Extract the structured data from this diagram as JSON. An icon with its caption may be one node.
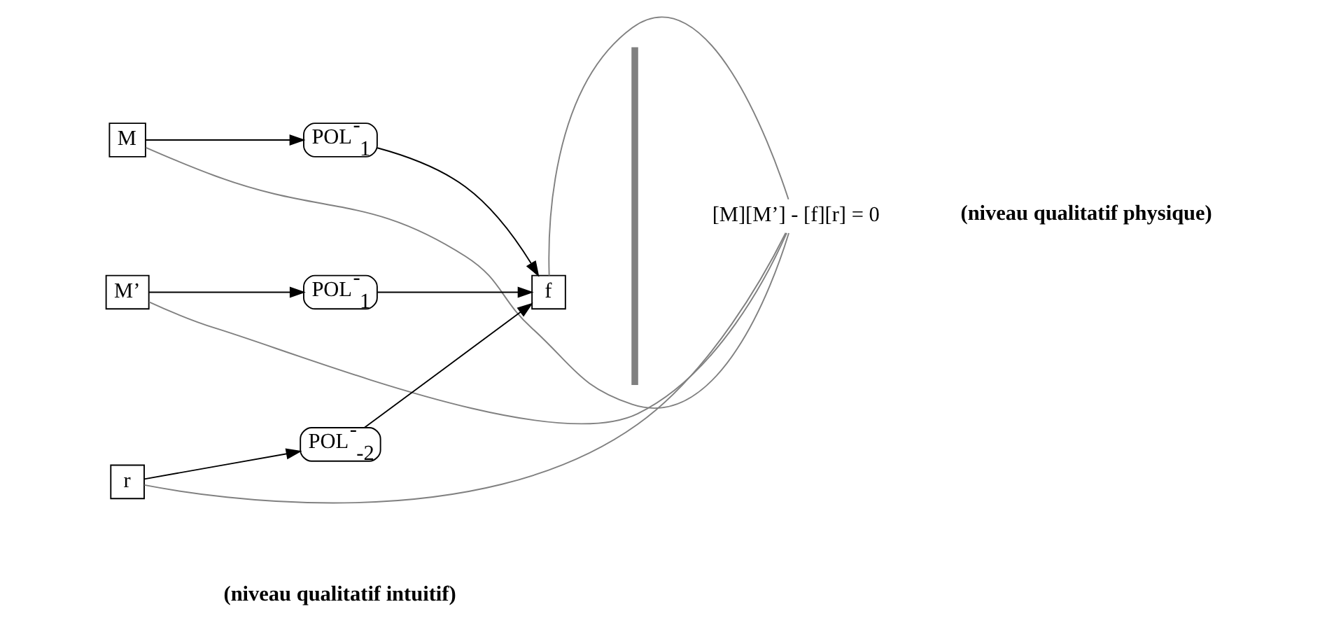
{
  "diagram": {
    "nodes": [
      {
        "text": [
          "M"
        ]
      },
      {
        "text": [
          "POL$^{-}$$_{1}$"
        ]
      },
      {
        "text": [
          "M’"
        ]
      },
      {
        "text": [
          "POL$^{-}$$_{1}$"
        ]
      },
      {
        "text": [
          "f"
        ]
      },
      {
        "text": [
          "POL$^{-}$$_{-2}$"
        ]
      },
      {
        "text": [
          "r"
        ]
      },
      {
        "text": [
          "[M][M’] - [f][r] = 0"
        ]
      }
    ],
    "edges": [
      {
        "from": 0,
        "to": 1,
        "arrow": "to"
      },
      {
        "from": 2,
        "to": 3,
        "arrow": "to"
      },
      {
        "from": 1,
        "to": 4,
        "arrow": "to"
      },
      {
        "from": 3,
        "to": 4,
        "arrow": "to"
      },
      {
        "from": 6,
        "to": 5,
        "arrow": "to"
      },
      {
        "from": 5,
        "to": 4,
        "arrow": "to"
      },
      {
        "from": 0,
        "to": 7,
        "arrow": "none",
        "color": "#808080"
      },
      {
        "from": 2,
        "to": 7,
        "arrow": "none",
        "color": "#808080"
      },
      {
        "from": 4,
        "to": 7,
        "arrow": "none",
        "color": "#808080"
      },
      {
        "from": 6,
        "to": 7,
        "arrow": "none",
        "color": "#808080"
      }
    ],
    "labels": [
      "(niveau qualitatif intuitif)",
      "(niveau qualitatif physique)"
    ]
  }
}
